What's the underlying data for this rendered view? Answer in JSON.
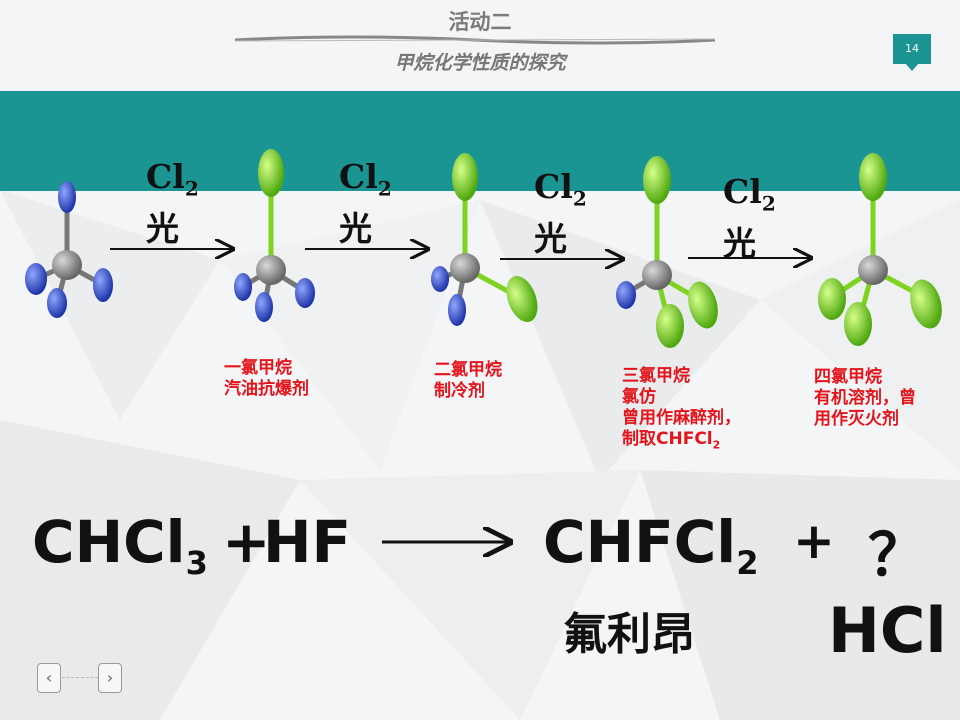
{
  "header": {
    "title": "活动二",
    "subtitle": "甲烷化学性质的探究",
    "page_number": "14"
  },
  "reaction": {
    "steps": [
      {
        "reagent": "Cl",
        "reagent_sub": "2",
        "condition": "光"
      },
      {
        "reagent": "Cl",
        "reagent_sub": "2",
        "condition": "光"
      },
      {
        "reagent": "Cl",
        "reagent_sub": "2",
        "condition": "光"
      },
      {
        "reagent": "Cl",
        "reagent_sub": "2",
        "condition": "光"
      }
    ],
    "products": [
      {
        "name": "一氯甲烷",
        "use": "汽油抗爆剂"
      },
      {
        "name": "二氯甲烷",
        "use": "制冷剂"
      },
      {
        "name": "三氯甲烷",
        "alias": "氯仿",
        "use_line1": "曾用作麻醉剂，",
        "use_line2": "制取CHFCl",
        "use_line2_sub": "2"
      },
      {
        "name": "四氯甲烷",
        "use_line1": "有机溶剂，曾",
        "use_line2": "用作灭火剂"
      }
    ]
  },
  "equation": {
    "reactant1": "CHCl",
    "reactant1_sub": "3",
    "plus": "+",
    "reactant2": "HF",
    "product1": "CHFCl",
    "product1_sub": "2",
    "plus2": "+",
    "unknown": "？",
    "product1_name": "氟利昂",
    "answer": "HCl"
  },
  "nav": {
    "prev_icon": "chevron-left-icon",
    "next_icon": "chevron-right-icon"
  },
  "colors": {
    "teal": "#1b9494",
    "red": "#e3141b",
    "chlorine": "#7ed321",
    "hydrogen": "#3a57d6",
    "carbon": "#8a8a8a"
  }
}
